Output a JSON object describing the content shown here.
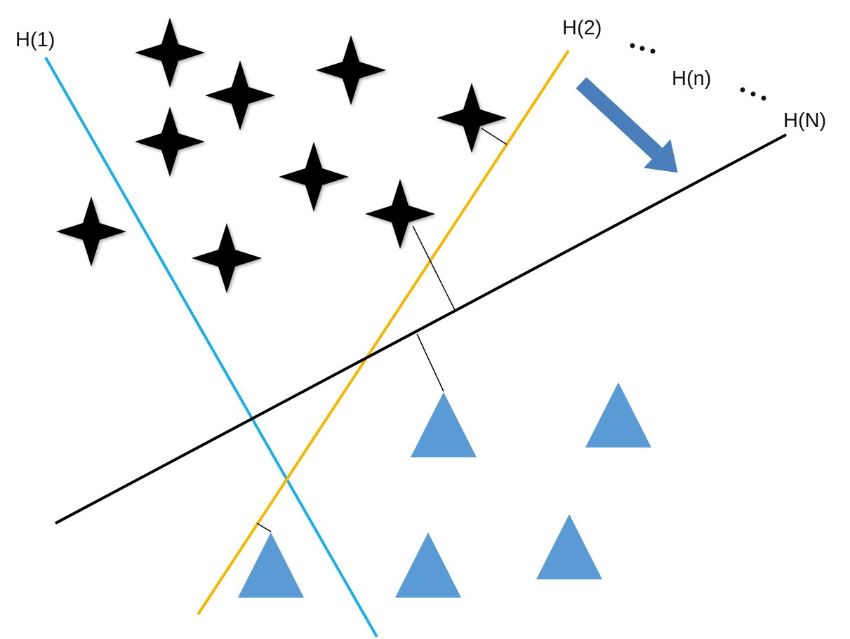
{
  "labels": {
    "h1": "H(1)",
    "h2": "H(2)",
    "hn": "H(n)",
    "hN": "H(N)"
  },
  "colors": {
    "h1_line": "#1BAFE8",
    "h2_line": "#F5B800",
    "hN_line": "#000000",
    "star": "#000000",
    "triangle": "#5B9BD5",
    "arrow": "#4A7EBB"
  },
  "icons": {
    "star": "four-point-star-icon",
    "triangle": "triangle-icon",
    "arrow": "arrow-down-right-icon",
    "ellipsis": "ellipsis-icon"
  }
}
